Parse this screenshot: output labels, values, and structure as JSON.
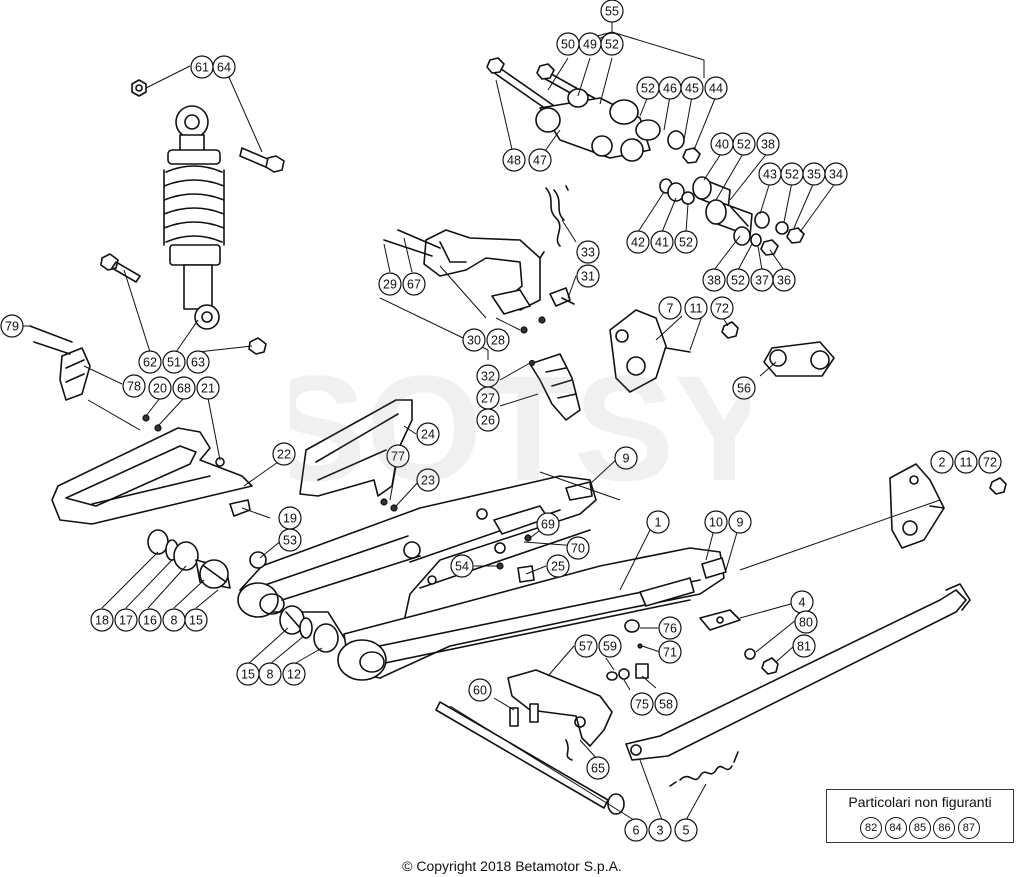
{
  "callouts": {
    "c1": "1",
    "c2": "2",
    "c3": "3",
    "c4": "4",
    "c5": "5",
    "c6": "6",
    "c7": "7",
    "c8a": "8",
    "c8b": "8",
    "c9a": "9",
    "c9b": "9",
    "c10": "10",
    "c11a": "11",
    "c11b": "11",
    "c12": "12",
    "c15a": "15",
    "c15b": "15",
    "c16": "16",
    "c17": "17",
    "c18": "18",
    "c19": "19",
    "c20": "20",
    "c21": "21",
    "c22": "22",
    "c23": "23",
    "c24": "24",
    "c25": "25",
    "c26": "26",
    "c27": "27",
    "c28": "28",
    "c29": "29",
    "c30": "30",
    "c31": "31",
    "c32": "32",
    "c33": "33",
    "c34": "34",
    "c35": "35",
    "c36": "36",
    "c37": "37",
    "c38a": "38",
    "c38b": "38",
    "c40": "40",
    "c41": "41",
    "c42": "42",
    "c43": "43",
    "c44": "44",
    "c45": "45",
    "c46": "46",
    "c47": "47",
    "c48": "48",
    "c49": "49",
    "c50": "50",
    "c51": "51",
    "c52a": "52",
    "c52b": "52",
    "c52c": "52",
    "c52d": "52",
    "c52e": "52",
    "c52f": "52",
    "c53": "53",
    "c54": "54",
    "c55": "55",
    "c56": "56",
    "c57": "57",
    "c58": "58",
    "c59": "59",
    "c60": "60",
    "c61": "61",
    "c62": "62",
    "c63": "63",
    "c64": "64",
    "c65": "65",
    "c67": "67",
    "c68": "68",
    "c69": "69",
    "c70": "70",
    "c71": "71",
    "c72a": "72",
    "c72b": "72",
    "c75": "75",
    "c76": "76",
    "c77": "77",
    "c78": "78",
    "c79": "79",
    "c80": "80",
    "c81": "81"
  },
  "legend": {
    "title": "Particolari non figuranti",
    "items": [
      "82",
      "84",
      "85",
      "86",
      "87"
    ]
  },
  "copyright": "© Copyright 2018 Betamotor S.p.A.",
  "watermark": "SOTSY"
}
